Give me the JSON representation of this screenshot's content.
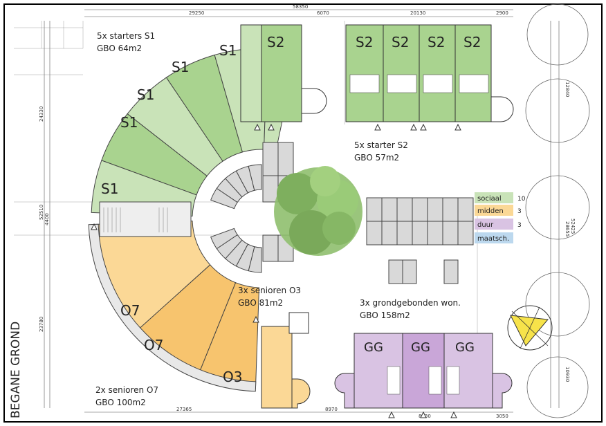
{
  "title": "BEGANE GROND",
  "groups": {
    "starters_s1": {
      "count_label": "5x starters S1",
      "area_label": "GBO 64m2"
    },
    "starter_s2": {
      "count_label": "5x starter S2",
      "area_label": "GBO 57m2"
    },
    "senioren_o3": {
      "count_label": "3x senioren O3",
      "area_label": "GBO 81m2"
    },
    "senioren_o7": {
      "count_label": "2x senioren O7",
      "area_label": "GBO 100m2"
    },
    "grondgebonden": {
      "count_label": "3x grondgebonden won.",
      "area_label": "GBO 158m2"
    }
  },
  "unit_labels": {
    "s1": [
      "S1",
      "S1",
      "S1",
      "S1",
      "S1"
    ],
    "s2": [
      "S2",
      "S2",
      "S2",
      "S2",
      "S2"
    ],
    "o7": [
      "O7",
      "O7"
    ],
    "o3": [
      "O3"
    ],
    "gg": [
      "GG",
      "GG",
      "GG"
    ]
  },
  "legend": [
    {
      "label": "sociaal",
      "count": "10",
      "color": "#c9e3b8"
    },
    {
      "label": "midden",
      "count": "3",
      "color": "#fbd896"
    },
    {
      "label": "duur",
      "count": "3",
      "color": "#d9c3e3"
    },
    {
      "label": "maatsch.",
      "count": "",
      "color": "#bcd8ee"
    }
  ],
  "dimensions": {
    "top_total": "58350",
    "top_a": "29250",
    "top_b": "6070",
    "top_c": "20130",
    "top_d": "2900",
    "bottom_a": "27365",
    "bottom_b": "8970",
    "bottom_c": "8630",
    "bottom_d": "3050",
    "left_top": "24330",
    "left_total": "52510",
    "left_mid": "4400",
    "left_bottom": "23780",
    "right_a": "12840",
    "right_b": "28655",
    "right_total": "52425",
    "right_c": "10930"
  },
  "colors": {
    "green": "#c9e3b8",
    "green_dark": "#a9d38f",
    "orange": "#fbd896",
    "orange_dark": "#f7c46e",
    "purple": "#d9c3e3",
    "purple_dark": "#c9a6d8",
    "parking": "#d9d9d9",
    "tree": "#8fbf6e"
  }
}
